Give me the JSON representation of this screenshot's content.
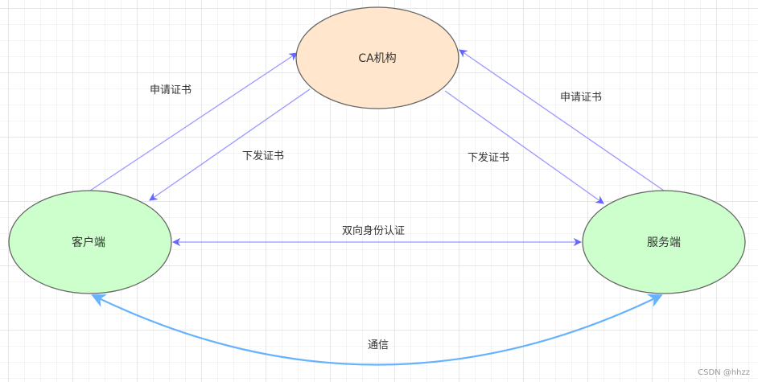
{
  "nodes": {
    "ca": {
      "label": "CA机构",
      "fill": "#ffe6cc",
      "stroke": "#666666"
    },
    "client": {
      "label": "客户端",
      "fill": "#ccffcc",
      "stroke": "#666666"
    },
    "server": {
      "label": "服务端",
      "fill": "#ccffcc",
      "stroke": "#666666"
    }
  },
  "edges": {
    "client_apply": {
      "label": "申请证书",
      "color": "#9999ff"
    },
    "ca_issue_client": {
      "label": "下发证书",
      "color": "#9999ff"
    },
    "server_apply": {
      "label": "申请证书",
      "color": "#9999ff"
    },
    "ca_issue_server": {
      "label": "下发证书",
      "color": "#9999ff"
    },
    "mutual_auth": {
      "label": "双向身份认证",
      "color": "#9999ff"
    },
    "communication": {
      "label": "通信",
      "color": "#66b2ff"
    }
  },
  "watermark": "CSDN @hhzz"
}
